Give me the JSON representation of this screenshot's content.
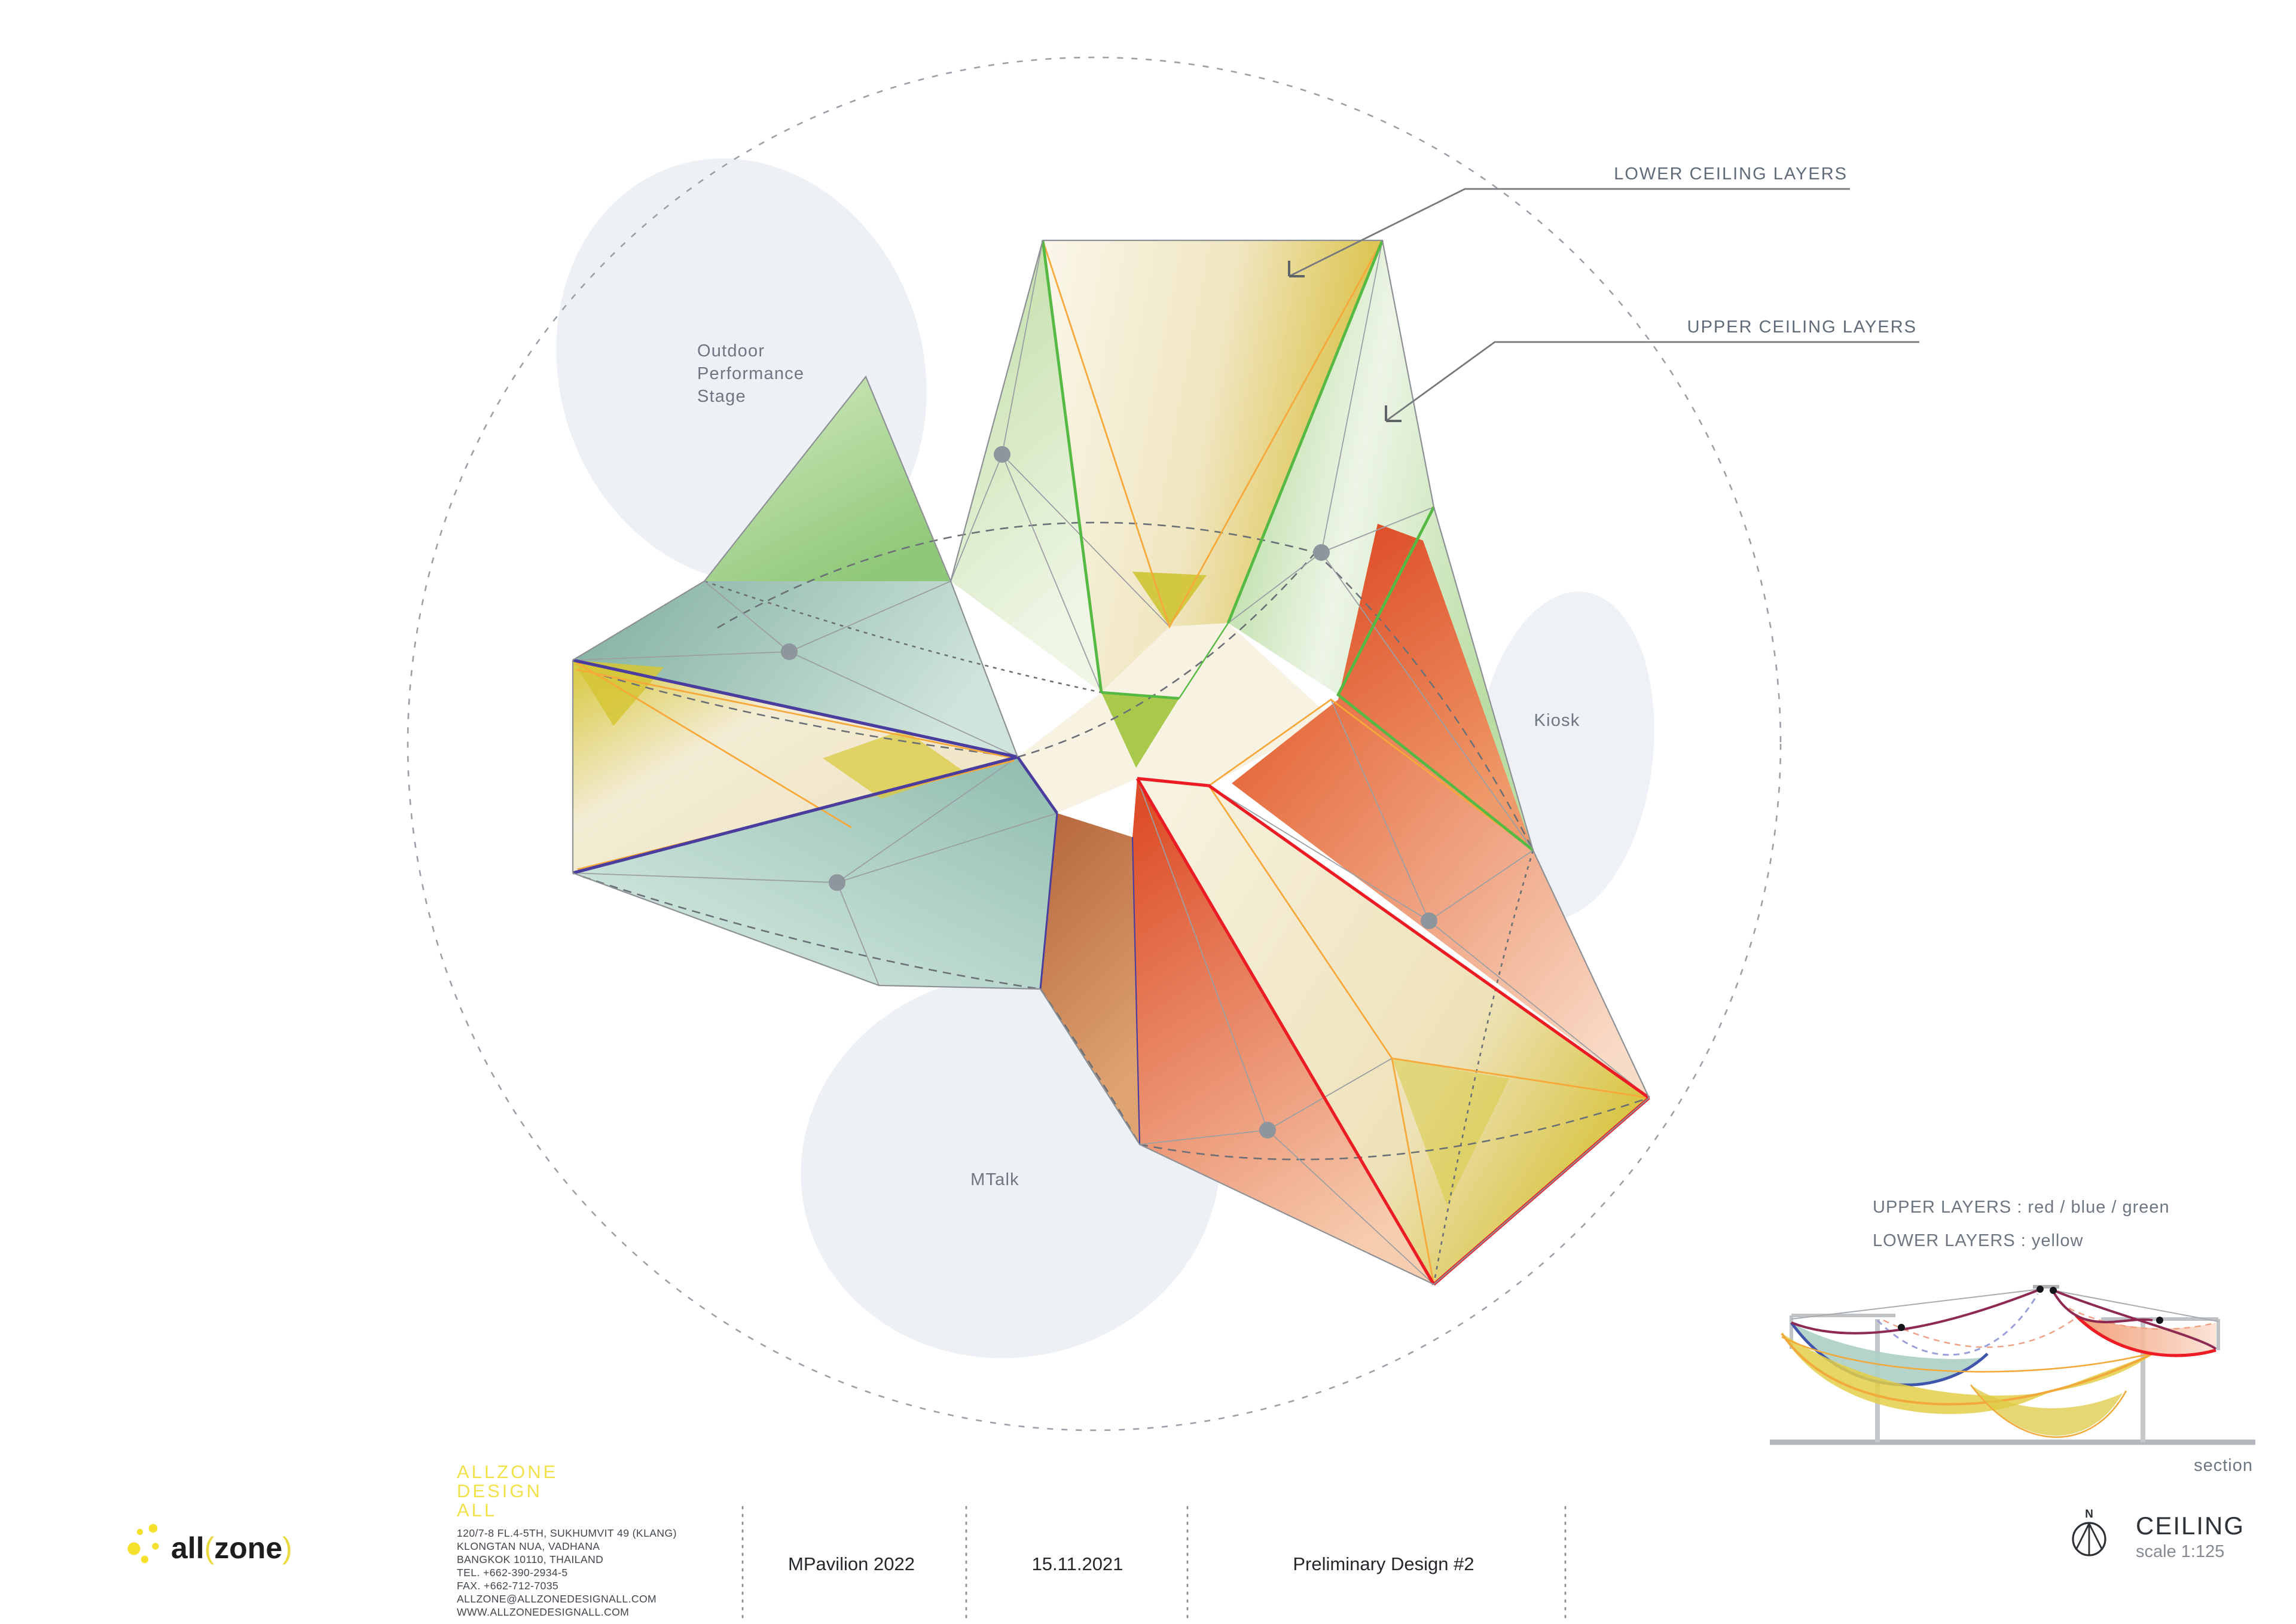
{
  "annotations": {
    "lower_ceiling": "LOWER CEILING LAYERS",
    "upper_ceiling": "UPPER CEILING LAYERS",
    "stage_lines": [
      "Outdoor",
      "Performance",
      "Stage"
    ],
    "kiosk": "Kiosk",
    "mtalk": "MTalk"
  },
  "legend": {
    "upper": "UPPER LAYERS : red / blue / green",
    "lower": "LOWER LAYERS : yellow",
    "section_label": "section"
  },
  "titleblock": {
    "logo_pre": "all",
    "logo_open": "(",
    "logo_mid": "zone",
    "logo_close": ")",
    "firm_lines": [
      "ALLZONE",
      "DESIGN",
      "ALL"
    ],
    "address_lines": [
      "120/7-8 FL.4-5TH, SUKHUMVIT 49 (KLANG)",
      "KLONGTAN NUA, VADHANA",
      "BANGKOK 10110, THAILAND",
      "TEL. +662-390-2934-5",
      "FAX. +662-712-7035",
      "ALLZONE@ALLZONEDESIGNALL.COM",
      "WWW.ALLZONEDESIGNALL.COM"
    ],
    "project": "MPavilion 2022",
    "date": "15.11.2021",
    "phase": "Preliminary Design #2",
    "sheet": "CEILING",
    "scale": "scale 1:125",
    "north": "N"
  },
  "colors": {
    "upper_layer_red": "#EC1C24",
    "upper_layer_blue": "#4A3D9D",
    "upper_layer_green": "#55B944",
    "lower_layer_yellow": "#F6A83B",
    "cable_maroon": "#8E2A52",
    "brand_yellow": "#F5E12C",
    "teal_panel": "#7FAE9F",
    "site_blob": "#EDF0F4"
  }
}
